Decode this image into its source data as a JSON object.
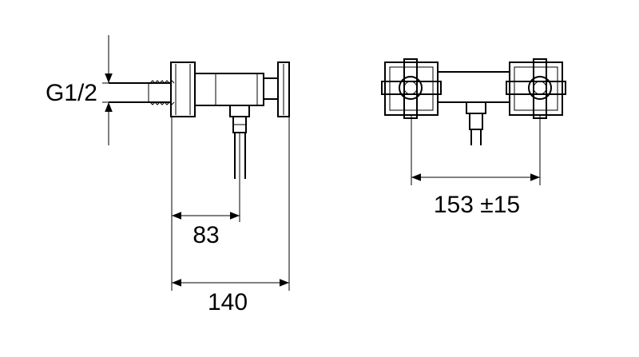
{
  "diagram": {
    "thread_label": "G1/2",
    "dim_outlet_offset": "83",
    "dim_total_depth": "140",
    "dim_center_distance": "153 ±15"
  },
  "colors": {
    "line": "#000000",
    "background": "#ffffff"
  }
}
